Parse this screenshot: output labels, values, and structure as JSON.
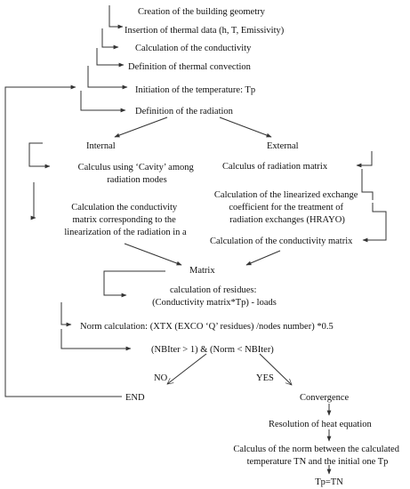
{
  "nodes": {
    "creation": "Creation of the building geometry",
    "insertion": "Insertion of thermal data (h, T, Emissivity)",
    "conductivity": "Calculation of the conductivity",
    "convection": "Definition of thermal convection",
    "temperature": "Initiation of the temperature: Tp",
    "radiation": "Definition of the radiation",
    "internal": "Internal",
    "external": "External",
    "cavity": [
      "Calculus using ‘Cavity’ among",
      "radiation modes"
    ],
    "cond_matrix_lin": [
      "Calculation the conductivity",
      "matrix corresponding to the",
      "linearization of the radiation in a"
    ],
    "rad_matrix": "Calculus of radiation matrix",
    "hrayo": [
      "Calculation of the linearized exchange",
      "coefficient for the treatment of",
      "radiation exchanges (HRAYO)"
    ],
    "cond_matrix_ext": "Calculation of the conductivity matrix",
    "matrix": "Matrix",
    "residues": [
      "calculation of residues:",
      "(Conductivity matrix*Tp) - loads"
    ],
    "norm": "Norm calculation: (XTX (EXCO ‘Q’ residues) /nodes number) *0.5",
    "condition": "(NBIter > 1) & (Norm < NBIter)",
    "no": "NO",
    "yes": "YES",
    "end": "END",
    "convergence": "Convergence",
    "heat_eq": "Resolution of heat equation",
    "norm_between": [
      "Calculus of the norm between the calculated",
      "temperature TN and the initial one Tp"
    ],
    "final": "Tp=TN"
  }
}
